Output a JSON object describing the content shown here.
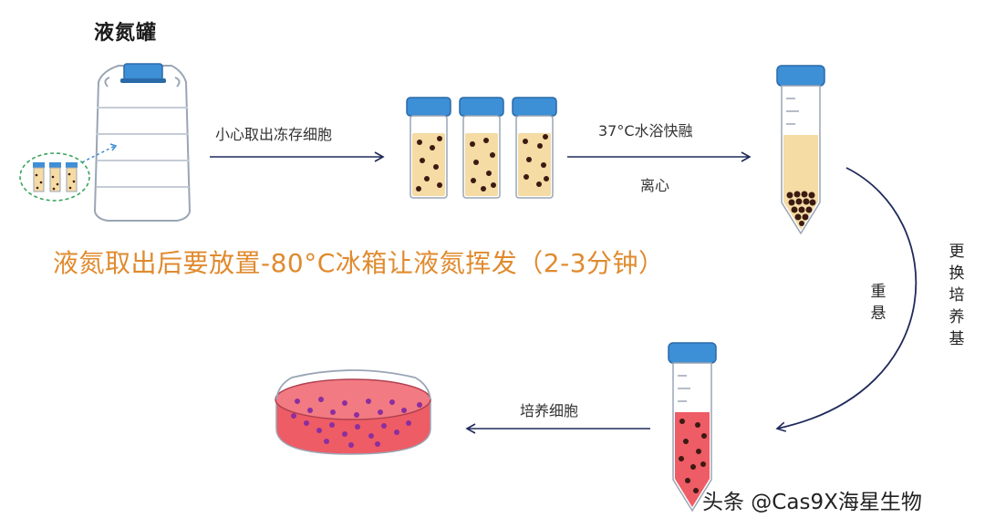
{
  "labels": {
    "tank": "液氮罐",
    "step_take_out": "小心取出冻存细胞",
    "step_thaw": "37°C水浴快融",
    "step_centrifuge": "离心",
    "note": "液氮取出后要放置-80°C冰箱让液氮挥发（2-3分钟）",
    "resuspend": "重悬",
    "change_medium": "更换培养基",
    "culture": "培养细胞",
    "watermark": "头条 @Cas9X海星生物"
  },
  "colors": {
    "cap_blue": "#3d8fd6",
    "frozen_yellow": "#f5dba4",
    "medium_red": "#ee5c65",
    "cell_dark": "#3b1a12",
    "cell_purple": "#8b2ea0",
    "arrow_navy": "#1f2a5a",
    "note_orange": "#e08a2e",
    "tank_outline": "#9aa5b5"
  },
  "icons": [
    "liquid-nitrogen-tank-icon",
    "cryovial-icon",
    "centrifuge-tube-icon",
    "petri-dish-icon"
  ]
}
